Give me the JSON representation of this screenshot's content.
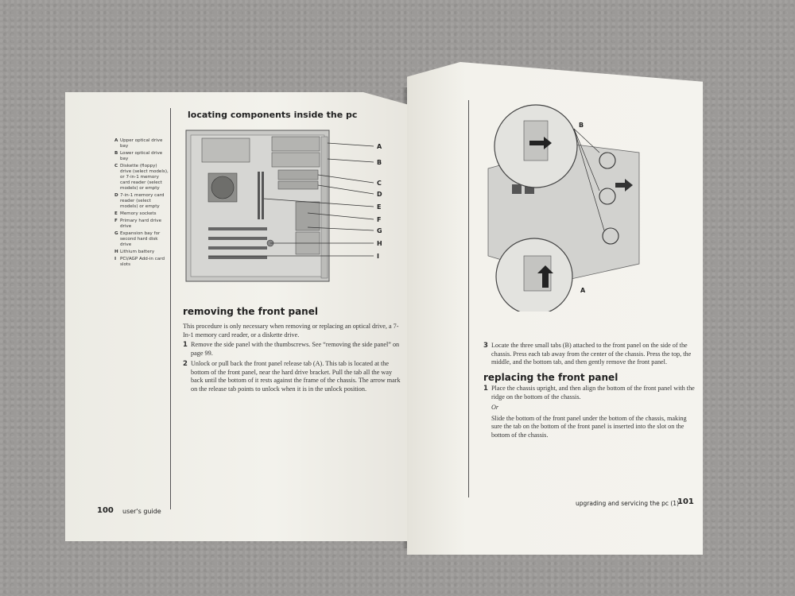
{
  "left_page": {
    "section_title": "locating components inside the pc",
    "legend": [
      {
        "letter": "A",
        "text": "Upper optical drive bay"
      },
      {
        "letter": "B",
        "text": "Lower optical drive bay"
      },
      {
        "letter": "C",
        "text": "Diskette (floppy) drive (select models), or 7-in-1 memory card reader (select models) or empty"
      },
      {
        "letter": "D",
        "text": "7-in-1 memory card reader (select models) or empty"
      },
      {
        "letter": "E",
        "text": "Memory sockets"
      },
      {
        "letter": "F",
        "text": "Primary hard drive drive"
      },
      {
        "letter": "G",
        "text": "Expansion bay for second hard disk drive"
      },
      {
        "letter": "H",
        "text": "Lithium battery"
      },
      {
        "letter": "I",
        "text": "PCI/AGP Add-in card slots"
      }
    ],
    "callouts": [
      "A",
      "B",
      "C",
      "D",
      "E",
      "F",
      "G",
      "H",
      "I"
    ],
    "subheading": "removing the front panel",
    "intro": "This procedure is only necessary when removing or replacing an optical drive, a 7-In-1 memory card reader, or a diskette drive.",
    "steps": [
      {
        "num": "1",
        "text": "Remove the side panel with the thumbscrews. See “removing the side panel” on page 99."
      },
      {
        "num": "2",
        "text": "Unlock or pull back the front panel release tab (A). This tab is located at the bottom of the front panel, near the hard drive bracket. Pull the tab all the way back until the bottom of it rests against the frame of the chassis. The arrow mark on the release tab points to unlock when it is in the unlock position."
      }
    ],
    "page_number": "100",
    "footer_text": "user's guide"
  },
  "right_page": {
    "figure_labels": {
      "b": "B",
      "a": "A"
    },
    "step3": {
      "num": "3",
      "text": "Locate the three small tabs (B) attached to the front panel on the side of the chassis. Press each tab away from the center of the chassis. Press the top, the middle, and the bottom tab, and then gently remove the front panel."
    },
    "subheading": "replacing the front panel",
    "steps": [
      {
        "num": "1",
        "text": "Place the chassis upright, and then align the bottom of the front panel with the ridge on the bottom of the chassis."
      }
    ],
    "or_text": "Or",
    "alt_text": "Slide the bottom of the front panel under the bottom of the chassis, making sure the tab on the bottom of the front panel is inserted into the slot on the bottom of the chassis.",
    "footer_text": "upgrading and servicing the pc (1)",
    "page_number": "101"
  },
  "colors": {
    "background": "#9c9a98",
    "paper": "#f1f0ea",
    "ink": "#222222"
  }
}
